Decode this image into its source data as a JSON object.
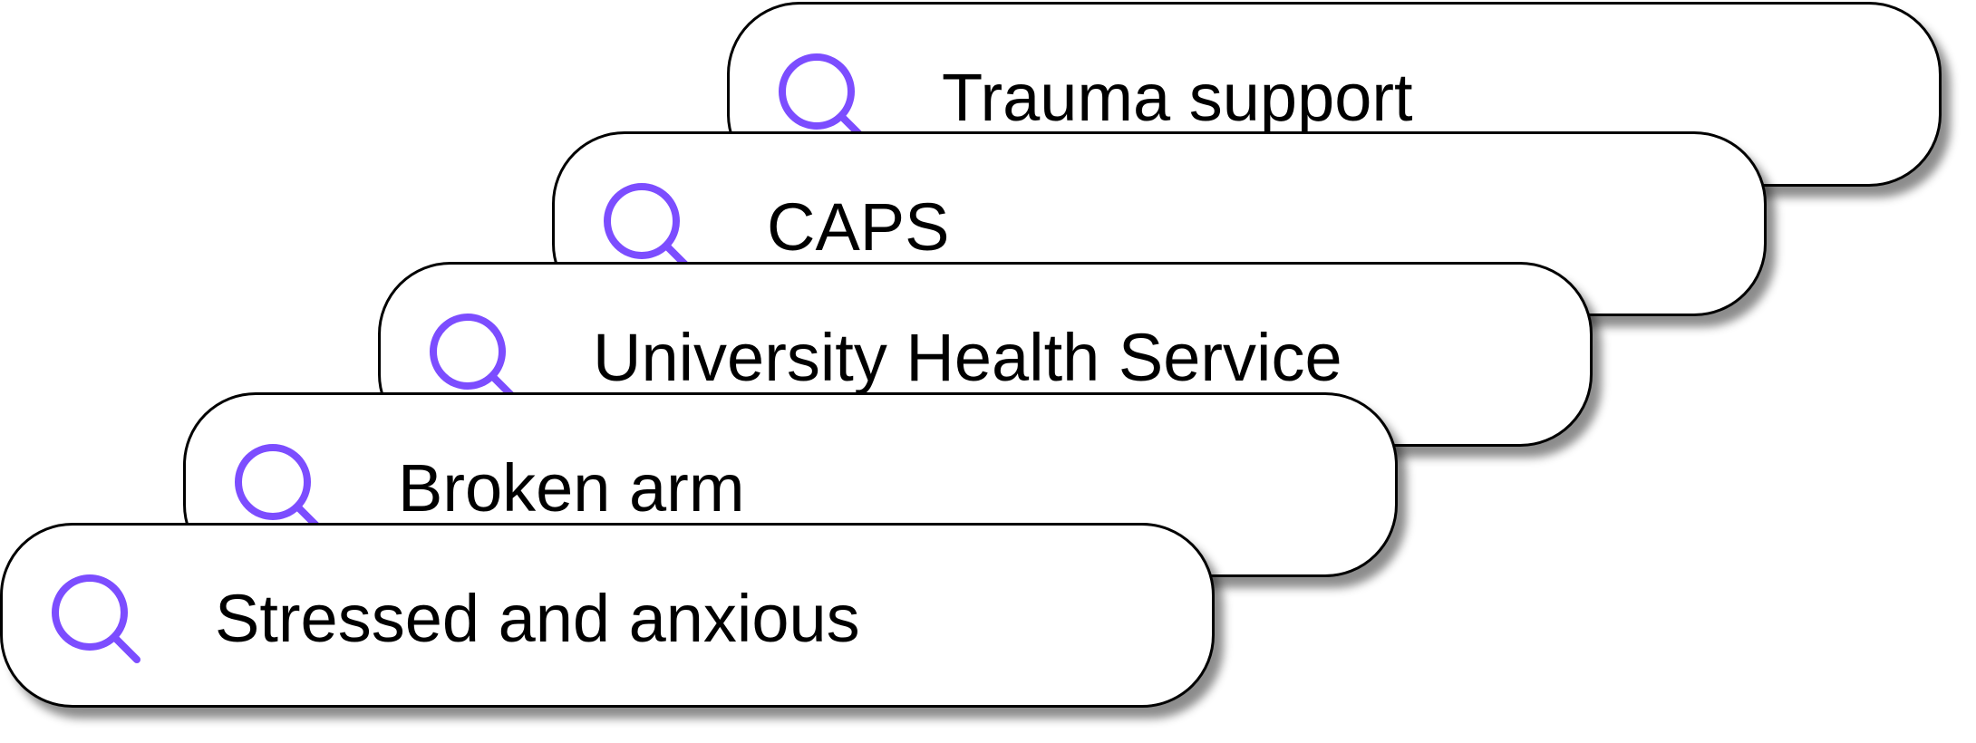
{
  "accent_color": "#7c4dff",
  "searches": [
    {
      "query": "Trauma support",
      "icon": "search-icon"
    },
    {
      "query": "CAPS",
      "icon": "search-icon"
    },
    {
      "query": "University Health Service",
      "icon": "search-icon"
    },
    {
      "query": "Broken arm",
      "icon": "search-icon"
    },
    {
      "query": "Stressed and anxious",
      "icon": "search-icon"
    }
  ]
}
